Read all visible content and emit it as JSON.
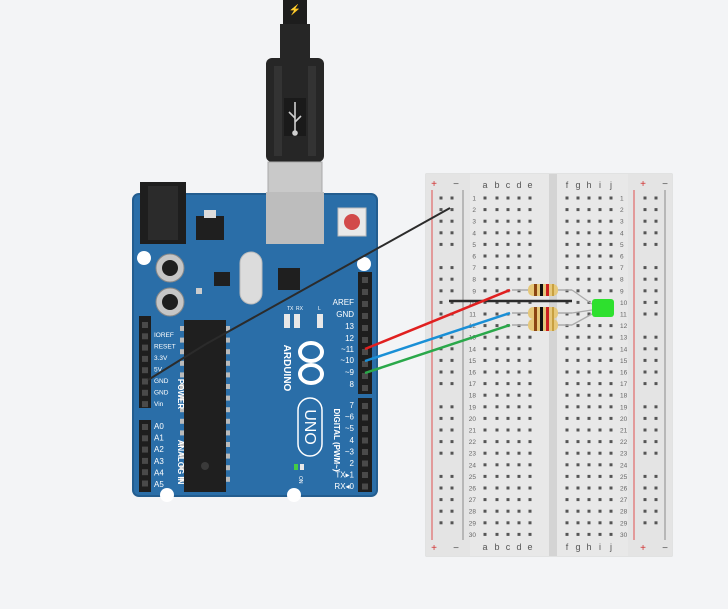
{
  "usb_cable": {
    "icon": "usb-icon",
    "bolt_icon": "lightning-icon"
  },
  "arduino": {
    "brand": "ARDUINO",
    "model": "UNO",
    "logo_icon": "arduino-infinity-icon",
    "color": "#2a6ea8",
    "header_labels": {
      "aref": "AREF",
      "gnd": "GND",
      "d13": "13",
      "d12": "12",
      "d11": "~11",
      "d10": "~10",
      "d9": "~9",
      "d8": "8",
      "d7": "7",
      "d6": "~6",
      "d5": "~5",
      "d4": "4",
      "d3": "~3",
      "d2": "2",
      "tx1": "TX▸1",
      "rx0": "RX◂0"
    },
    "digital_label": "DIGITAL (PWM~)",
    "power_label": "POWER",
    "analog_label": "ANALOG IN",
    "power_pins": [
      "IOREF",
      "RESET",
      "3.3V",
      "5V",
      "GND",
      "GND",
      "Vin"
    ],
    "analog_pins": [
      "A0",
      "A1",
      "A2",
      "A3",
      "A4",
      "A5"
    ],
    "led_labels": {
      "tx": "TX",
      "rx": "RX",
      "l": "L",
      "on": "ON"
    }
  },
  "breadboard": {
    "columns_left": [
      "a",
      "b",
      "c",
      "d",
      "e"
    ],
    "columns_right": [
      "f",
      "g",
      "h",
      "i",
      "j"
    ],
    "rail_plus": "+",
    "rail_minus": "−",
    "rows": 30
  },
  "colors": {
    "red_wire": "#e02020",
    "blue_wire": "#1a8fd6",
    "green_wire": "#2aa84a",
    "black_wire": "#2b2b2b",
    "led": "#2ee02e"
  }
}
